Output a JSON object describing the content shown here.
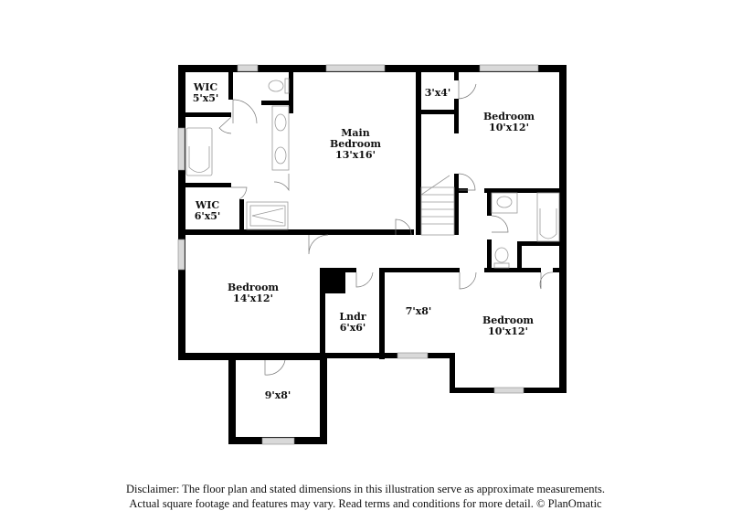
{
  "rooms": [
    {
      "id": "wic-1",
      "name": "WIC",
      "dims": "5'x5'"
    },
    {
      "id": "wic-2",
      "name": "WIC",
      "dims": "6'x5'"
    },
    {
      "id": "main-bedroom",
      "name": "Main Bedroom",
      "name_line1": "Main",
      "name_line2": "Bedroom",
      "dims": "13'x16'"
    },
    {
      "id": "closet-3x4",
      "name": "",
      "dims": "3'x4'"
    },
    {
      "id": "bedroom-ne",
      "name": "Bedroom",
      "dims": "10'x12'"
    },
    {
      "id": "bedroom-w",
      "name": "Bedroom",
      "dims": "14'x12'"
    },
    {
      "id": "laundry",
      "name": "Lndr",
      "dims": "6'x6'"
    },
    {
      "id": "nook-7x8",
      "name": "",
      "dims": "7'x8'"
    },
    {
      "id": "bedroom-se",
      "name": "Bedroom",
      "dims": "10'x12'"
    },
    {
      "id": "room-9x8",
      "name": "",
      "dims": "9'x8'"
    }
  ],
  "disclaimer": {
    "line1": "Disclaimer: The floor plan and stated dimensions in this illustration serve as approximate measurements.",
    "line2": "Actual square footage and features may vary. Read terms and conditions for more detail. © PlanOmatic"
  },
  "colors": {
    "wall": "#000000",
    "window": "#d9d9d9",
    "fixture_line": "#9a9a9a",
    "background": "#ffffff"
  }
}
